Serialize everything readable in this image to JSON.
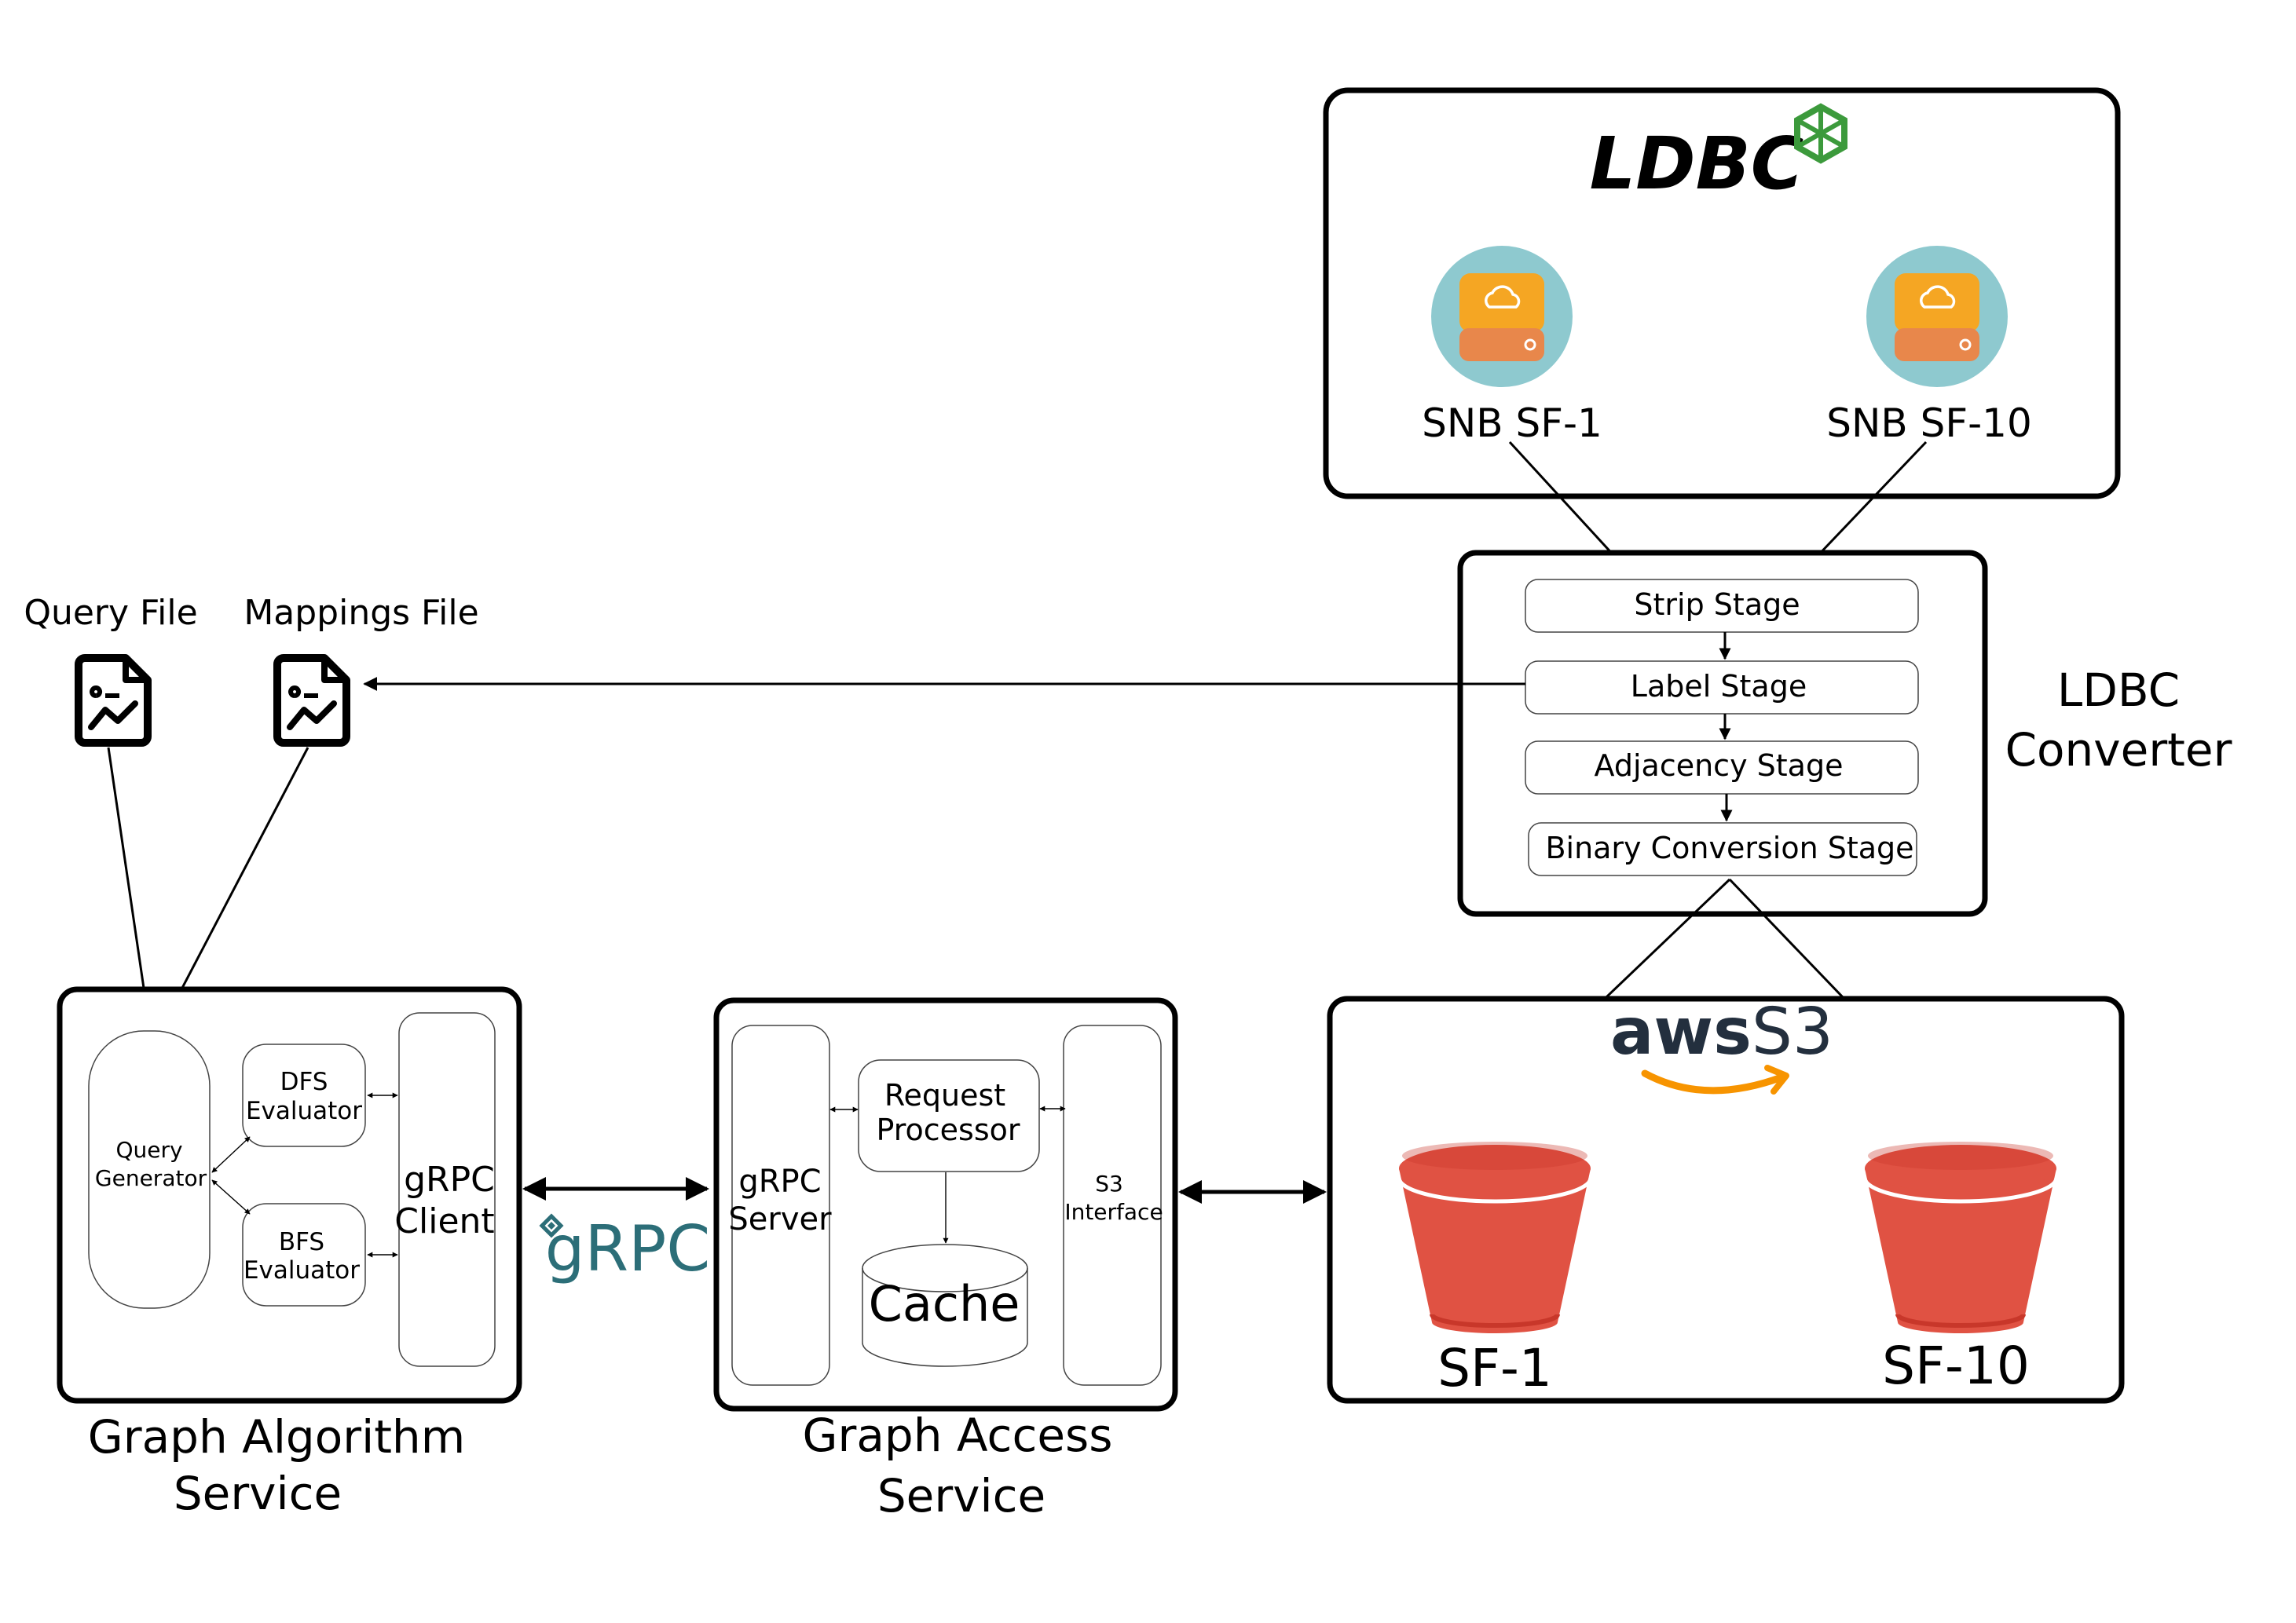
{
  "ldbc": {
    "logo_text": "LDBC",
    "datasets": [
      {
        "label": "SNB SF-1"
      },
      {
        "label": "SNB SF-10"
      }
    ]
  },
  "converter": {
    "title_line1": "LDBC",
    "title_line2": "Converter",
    "stages": [
      "Strip Stage",
      "Label Stage",
      "Adjacency Stage",
      "Binary Conversion Stage"
    ]
  },
  "files": {
    "query": "Query File",
    "mappings": "Mappings File"
  },
  "algorithm_service": {
    "title_line1": "Graph Algorithm",
    "title_line2": "Service",
    "query_generator_line1": "Query",
    "query_generator_line2": "Generator",
    "dfs_line1": "DFS",
    "dfs_line2": "Evaluator",
    "bfs_line1": "BFS",
    "bfs_line2": "Evaluator",
    "client_line1": "gRPC",
    "client_line2": "Client"
  },
  "grpc_logo": "gRPC",
  "access_service": {
    "title_line1": "Graph Access",
    "title_line2": "Service",
    "server_line1": "gRPC",
    "server_line2": "Server",
    "processor_line1": "Request",
    "processor_line2": "Processor",
    "cache": "Cache",
    "s3_line1": "S3",
    "s3_line2": "Interface"
  },
  "s3": {
    "aws_text": "aws",
    "s3_text": "S3",
    "buckets": [
      {
        "label": "SF-1"
      },
      {
        "label": "SF-10"
      }
    ]
  },
  "colors": {
    "ldbc_green": "#3c9a3c",
    "disk_circle": "#8ec9cf",
    "disk_orange": "#f5a623",
    "bucket_red": "#e05243",
    "aws_orange": "#f79400",
    "aws_navy": "#232f3e",
    "grpc_teal": "#2c6e78"
  }
}
